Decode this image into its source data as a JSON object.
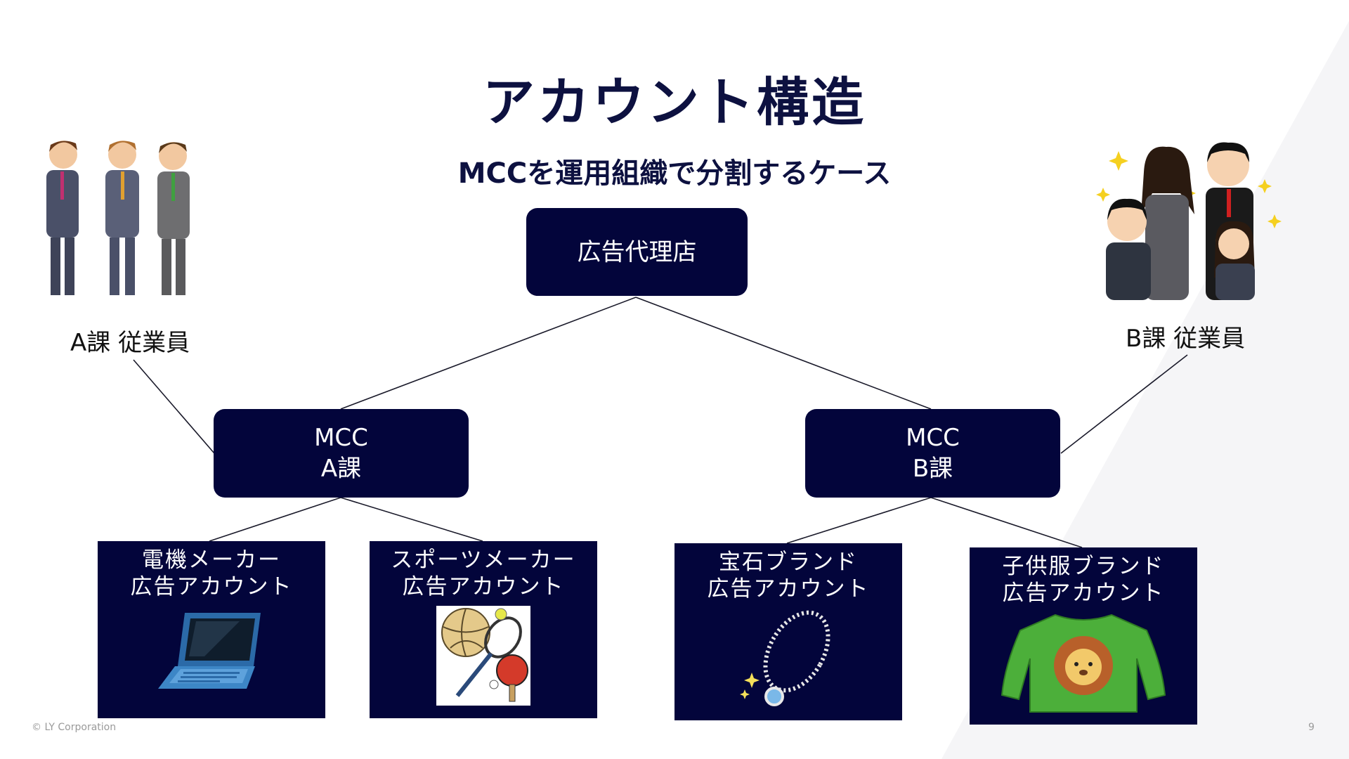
{
  "slide": {
    "title": "アカウント構造",
    "subtitle": "MCCを運用組織で分割するケース",
    "footer": "© LY Corporation",
    "page_number": "9"
  },
  "tree": {
    "root": {
      "label": "広告代理店"
    },
    "mcc_a": {
      "line1": "MCC",
      "line2": "A課"
    },
    "mcc_b": {
      "line1": "MCC",
      "line2": "B課"
    }
  },
  "accounts": [
    {
      "line1": "電機メーカー",
      "line2": "広告アカウント",
      "icon": "laptop-icon"
    },
    {
      "line1": "スポーツメーカー",
      "line2": "広告アカウント",
      "icon": "sports-equipment-icon"
    },
    {
      "line1": "宝石ブランド",
      "line2": "広告アカウント",
      "icon": "necklace-icon"
    },
    {
      "line1": "子供服ブランド",
      "line2": "広告アカウント",
      "icon": "lion-sweater-icon"
    }
  ],
  "employees": {
    "a_label": "A課 従業員",
    "b_label": "B課 従業員"
  },
  "colors": {
    "node_fill": "#03053b",
    "title_text": "#0d1140",
    "background_accent": "#f4f4f6"
  }
}
